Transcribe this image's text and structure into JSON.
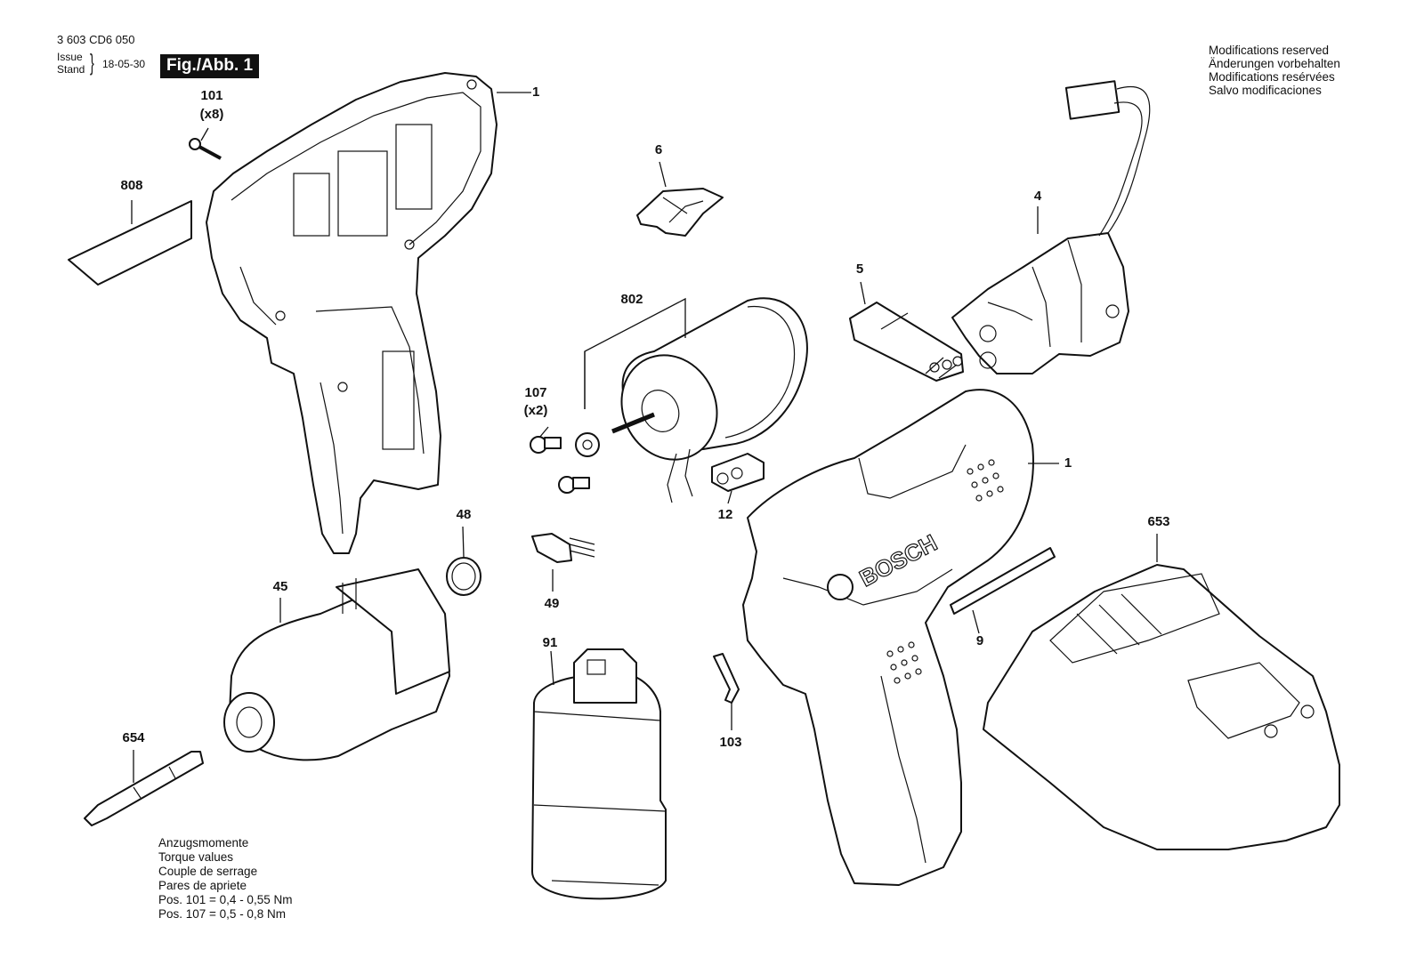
{
  "header": {
    "part_number": "3 603 CD6 050",
    "issue_label": "Issue",
    "stand_label": "Stand",
    "date": "18-05-30",
    "figure": "Fig./Abb. 1"
  },
  "modifications": [
    "Modifications reserved",
    "Änderungen vorbehalten",
    "Modifications resérvées",
    "Salvo modificaciones"
  ],
  "torque": {
    "lines": [
      "Anzugsmomente",
      "Torque values",
      "Couple de serrage",
      "Pares de apriete",
      "Pos. 101 = 0,4 - 0,55 Nm",
      "Pos. 107 = 0,5 - 0,8 Nm"
    ]
  },
  "brand_mark": "BOSCH",
  "callouts": [
    {
      "id": "c1a",
      "text": "1"
    },
    {
      "id": "c101",
      "text": "101",
      "qty": "(x8)"
    },
    {
      "id": "c808",
      "text": "808"
    },
    {
      "id": "c6",
      "text": "6"
    },
    {
      "id": "c4",
      "text": "4"
    },
    {
      "id": "c5",
      "text": "5"
    },
    {
      "id": "c802",
      "text": "802"
    },
    {
      "id": "c107",
      "text": "107",
      "qty": "(x2)"
    },
    {
      "id": "c12",
      "text": "12"
    },
    {
      "id": "c1b",
      "text": "1"
    },
    {
      "id": "c48",
      "text": "48"
    },
    {
      "id": "c45",
      "text": "45"
    },
    {
      "id": "c49",
      "text": "49"
    },
    {
      "id": "c653",
      "text": "653"
    },
    {
      "id": "c9",
      "text": "9"
    },
    {
      "id": "c91",
      "text": "91"
    },
    {
      "id": "c103",
      "text": "103"
    },
    {
      "id": "c654",
      "text": "654"
    }
  ]
}
